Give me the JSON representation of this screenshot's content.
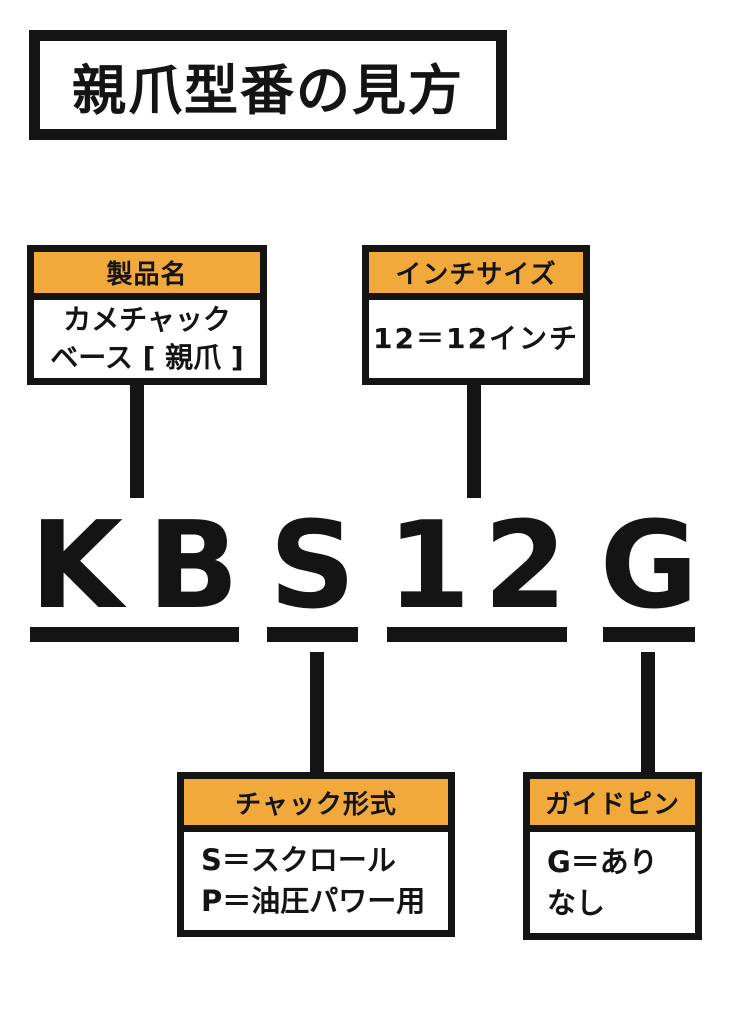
{
  "colors": {
    "accent": "#F2A93C",
    "ink": "#141414",
    "background": "#FFFFFF"
  },
  "title": "親爪型番の見方",
  "model_code": {
    "full": "KBS12G",
    "segments": [
      {
        "text": "KB",
        "meaning_ref": "product_name"
      },
      {
        "text": "S",
        "meaning_ref": "chuck_type"
      },
      {
        "text": "12",
        "meaning_ref": "inch_size"
      },
      {
        "text": "G",
        "meaning_ref": "guide_pin"
      }
    ]
  },
  "callouts": {
    "product_name": {
      "header": "製品名",
      "lines": [
        "カメチャック",
        "ベース [ 親爪 ]"
      ]
    },
    "inch_size": {
      "header": "インチサイズ",
      "lines": [
        "12＝12インチ"
      ]
    },
    "chuck_type": {
      "header": "チャック形式",
      "lines": [
        "S＝スクロール",
        "P＝油圧パワー用"
      ]
    },
    "guide_pin": {
      "header": "ガイドピン",
      "lines": [
        "G＝あり",
        "なし"
      ]
    }
  }
}
